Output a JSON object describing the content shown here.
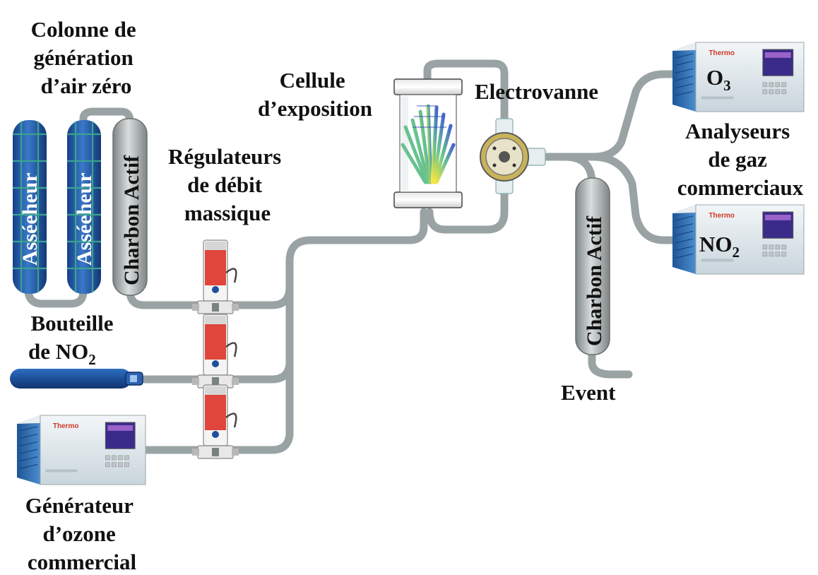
{
  "labels": {
    "zero_air_column": [
      "Colonne de",
      "génération",
      "d’air zéro"
    ],
    "dryer_1": "Asséeheur",
    "dryer_2": "Asséeheur",
    "charcoal_1": "Charbon Actif",
    "charcoal_2": "Charbon Actif",
    "mass_flow_regulators": [
      "Régulateurs",
      "de débit",
      "massique"
    ],
    "exposure_cell": [
      "Cellule",
      "d’exposition"
    ],
    "solenoid_valve": "Electrovanne",
    "no2_bottle": {
      "line1": "Bouteille",
      "line2_prefix": "de NO",
      "line2_sub": "2"
    },
    "ozone_generator": [
      "Générateur",
      "d’ozone",
      "commercial"
    ],
    "vent": "Event",
    "analyzers": [
      "Analyseurs",
      "de gaz",
      "commerciaux"
    ],
    "o3_analyzer": {
      "prefix": "O",
      "sub": "3"
    },
    "no2_analyzer": {
      "prefix": "NO",
      "sub": "2"
    },
    "brand": "Thermo"
  },
  "colors": {
    "tube": "#9aa3a3",
    "dryer_blue": "#1f4f9c",
    "dryer_dark": "#143a78",
    "instrument_case": "#dfe8ee",
    "instrument_side": "#2e6fb4",
    "regulator_red": "#e0463c"
  }
}
